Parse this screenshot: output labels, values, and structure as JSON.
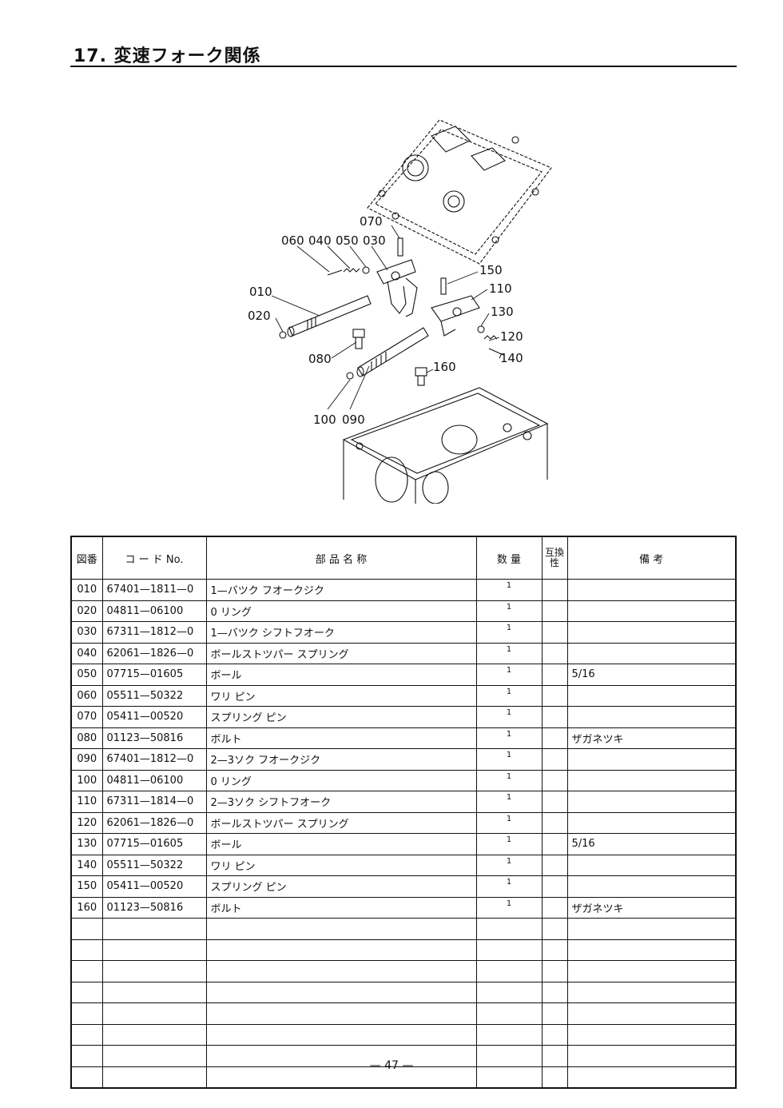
{
  "page_title": "17. 変速フォーク関係",
  "diagram_labels": {
    "l070": "070",
    "l060": "060",
    "l040": "040",
    "l050": "050",
    "l030": "030",
    "l150": "150",
    "l110": "110",
    "l010": "010",
    "l130": "130",
    "l020": "020",
    "l120": "120",
    "l080": "080",
    "l140": "140",
    "l160": "160",
    "l100": "100",
    "l090": "090"
  },
  "table": {
    "headers": {
      "fig_no": "図番",
      "code": "コ ー ド No.",
      "name": "部 品 名 称",
      "qty": "数 量",
      "compat": "互換性",
      "remarks": "備 考"
    },
    "rows": [
      {
        "fig": "010",
        "code": "67401—1811—0",
        "name": "1—バツク フオークジク",
        "qty": "1",
        "compat": "",
        "remarks": ""
      },
      {
        "fig": "020",
        "code": "04811—06100",
        "name": "0 リング",
        "qty": "1",
        "compat": "",
        "remarks": ""
      },
      {
        "fig": "030",
        "code": "67311—1812—0",
        "name": "1—バツク シフトフオーク",
        "qty": "1",
        "compat": "",
        "remarks": ""
      },
      {
        "fig": "040",
        "code": "62061—1826—0",
        "name": "ボールストツパー スプリング",
        "qty": "1",
        "compat": "",
        "remarks": ""
      },
      {
        "fig": "050",
        "code": "07715—01605",
        "name": "ボール",
        "qty": "1",
        "compat": "",
        "remarks": "5/16"
      },
      {
        "fig": "060",
        "code": "05511—50322",
        "name": "ワリ ピン",
        "qty": "1",
        "compat": "",
        "remarks": ""
      },
      {
        "fig": "070",
        "code": "05411—00520",
        "name": "スプリング ピン",
        "qty": "1",
        "compat": "",
        "remarks": ""
      },
      {
        "fig": "080",
        "code": "01123—50816",
        "name": "ボルト",
        "qty": "1",
        "compat": "",
        "remarks": "ザガネツキ"
      },
      {
        "fig": "090",
        "code": "67401—1812—0",
        "name": "2—3ソク フオークジク",
        "qty": "1",
        "compat": "",
        "remarks": ""
      },
      {
        "fig": "100",
        "code": "04811—06100",
        "name": "0 リング",
        "qty": "1",
        "compat": "",
        "remarks": ""
      },
      {
        "fig": "110",
        "code": "67311—1814—0",
        "name": "2—3ソク シフトフオーク",
        "qty": "1",
        "compat": "",
        "remarks": ""
      },
      {
        "fig": "120",
        "code": "62061—1826—0",
        "name": "ボールストツパー スプリング",
        "qty": "1",
        "compat": "",
        "remarks": ""
      },
      {
        "fig": "130",
        "code": "07715—01605",
        "name": "ボール",
        "qty": "1",
        "compat": "",
        "remarks": "5/16"
      },
      {
        "fig": "140",
        "code": "05511—50322",
        "name": "ワリ ピン",
        "qty": "1",
        "compat": "",
        "remarks": ""
      },
      {
        "fig": "150",
        "code": "05411—00520",
        "name": "スプリング ピン",
        "qty": "1",
        "compat": "",
        "remarks": ""
      },
      {
        "fig": "160",
        "code": "01123—50816",
        "name": "ボルト",
        "qty": "1",
        "compat": "",
        "remarks": "ザガネツキ"
      },
      {
        "fig": "",
        "code": "",
        "name": "",
        "qty": "",
        "compat": "",
        "remarks": ""
      },
      {
        "fig": "",
        "code": "",
        "name": "",
        "qty": "",
        "compat": "",
        "remarks": ""
      },
      {
        "fig": "",
        "code": "",
        "name": "",
        "qty": "",
        "compat": "",
        "remarks": ""
      },
      {
        "fig": "",
        "code": "",
        "name": "",
        "qty": "",
        "compat": "",
        "remarks": ""
      },
      {
        "fig": "",
        "code": "",
        "name": "",
        "qty": "",
        "compat": "",
        "remarks": ""
      },
      {
        "fig": "",
        "code": "",
        "name": "",
        "qty": "",
        "compat": "",
        "remarks": ""
      },
      {
        "fig": "",
        "code": "",
        "name": "",
        "qty": "",
        "compat": "",
        "remarks": ""
      },
      {
        "fig": "",
        "code": "",
        "name": "",
        "qty": "",
        "compat": "",
        "remarks": ""
      }
    ]
  },
  "page_number": "— 47 —"
}
